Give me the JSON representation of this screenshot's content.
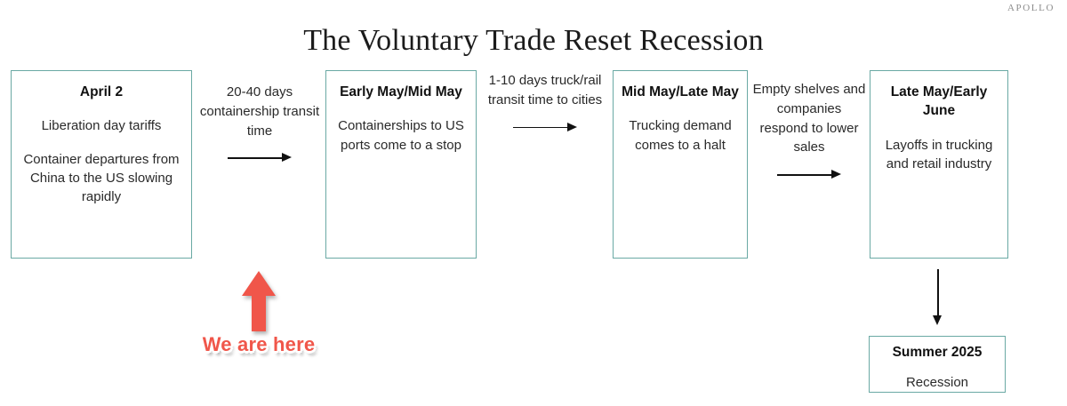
{
  "brand": {
    "name": "APOLLO"
  },
  "title": "The Voluntary Trade Reset Recession",
  "colors": {
    "box_border": "#6aa9a4",
    "marker_red": "#f0564a",
    "arrow_black": "#111111",
    "text": "#2a2a2a"
  },
  "stages": [
    {
      "heading": "April 2",
      "lines": [
        "Liberation day tariffs",
        "Container departures from China to the US slowing rapidly"
      ]
    },
    {
      "heading": "Early May/Mid May",
      "lines": [
        "Containerships to US ports come to a stop"
      ]
    },
    {
      "heading": "Mid May/Late May",
      "lines": [
        "Trucking demand comes to a halt"
      ]
    },
    {
      "heading": "Late May/Early June",
      "lines": [
        "Layoffs in trucking and retail industry"
      ]
    }
  ],
  "connectors": [
    {
      "label": "20-40 days containership transit time",
      "arrow": "arrow-right-icon"
    },
    {
      "label": "1-10 days truck/rail transit time to cities",
      "arrow": "arrow-right-icon"
    },
    {
      "label": "Empty shelves and companies respond to lower sales",
      "arrow": "arrow-right-icon"
    }
  ],
  "down_arrow": {
    "icon": "arrow-down-icon"
  },
  "outcome": {
    "heading": "Summer 2025",
    "body": "Recession"
  },
  "marker": {
    "label": "We are here",
    "icon": "arrow-up-icon"
  }
}
